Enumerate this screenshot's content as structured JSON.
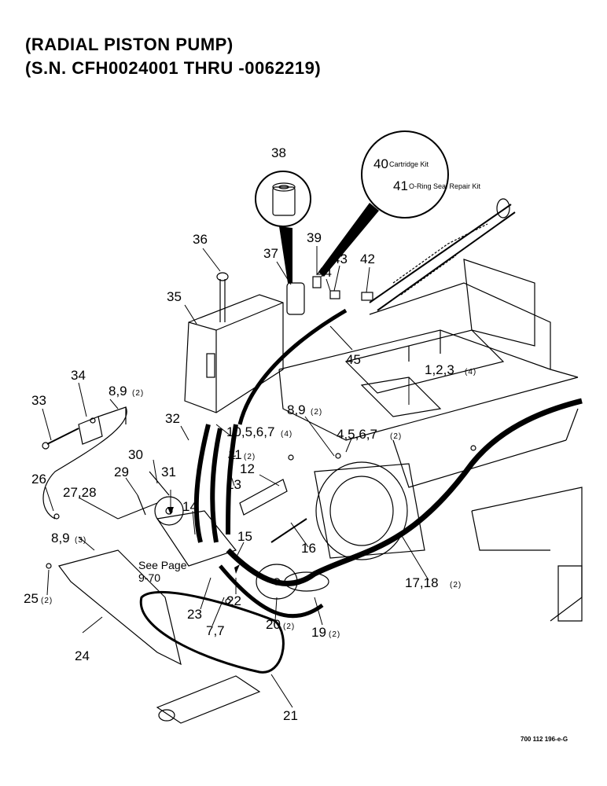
{
  "header": {
    "title_line1": "(RADIAL PISTON PUMP)",
    "title_line2": "(S.N. CFH0024001 THRU -0062219)"
  },
  "callouts": [
    {
      "id": "c38",
      "text": "38"
    },
    {
      "id": "c40",
      "text": "40"
    },
    {
      "id": "c41",
      "text": "41"
    },
    {
      "id": "c36",
      "text": "36"
    },
    {
      "id": "c37",
      "text": "37"
    },
    {
      "id": "c39",
      "text": "39"
    },
    {
      "id": "c43",
      "text": "43"
    },
    {
      "id": "c44",
      "text": "44"
    },
    {
      "id": "c42",
      "text": "42"
    },
    {
      "id": "c35",
      "text": "35"
    },
    {
      "id": "c45",
      "text": "45"
    },
    {
      "id": "c34",
      "text": "34"
    },
    {
      "id": "c33",
      "text": "33"
    },
    {
      "id": "c89a",
      "text": "8,9"
    },
    {
      "id": "c89b",
      "text": "8,9"
    },
    {
      "id": "c32",
      "text": "32"
    },
    {
      "id": "c10",
      "text": "10,5,6,7"
    },
    {
      "id": "c123",
      "text": "1,2,3"
    },
    {
      "id": "c4567",
      "text": "4,5,6,7"
    },
    {
      "id": "c11",
      "text": "11"
    },
    {
      "id": "c30",
      "text": "30"
    },
    {
      "id": "c13",
      "text": "13"
    },
    {
      "id": "c12",
      "text": "12"
    },
    {
      "id": "c26",
      "text": "26"
    },
    {
      "id": "c29",
      "text": "29"
    },
    {
      "id": "c31",
      "text": "31"
    },
    {
      "id": "c2728",
      "text": "27,28"
    },
    {
      "id": "c14",
      "text": "14"
    },
    {
      "id": "c89c",
      "text": "8,9"
    },
    {
      "id": "c15",
      "text": "15"
    },
    {
      "id": "c16",
      "text": "16"
    },
    {
      "id": "c25",
      "text": "25"
    },
    {
      "id": "c22",
      "text": "22"
    },
    {
      "id": "c1718",
      "text": "17,18"
    },
    {
      "id": "c23",
      "text": "23"
    },
    {
      "id": "c20",
      "text": "20"
    },
    {
      "id": "c19",
      "text": "19"
    },
    {
      "id": "c77",
      "text": "7,7"
    },
    {
      "id": "c24",
      "text": "24"
    },
    {
      "id": "c21",
      "text": "21"
    }
  ],
  "quantities": {
    "q89a": "(2)",
    "q10": "(4)",
    "q123": "(4)",
    "q89b": "(2)",
    "q4567": "(2)",
    "q11": "(2)",
    "q89c": "(3)",
    "q25": "(2)",
    "q1718": "(2)",
    "q20": "(2)",
    "q19": "(2)"
  },
  "kit_labels": {
    "cartridge_kit": "Cartridge Kit",
    "oring_kit": "O-Ring Seal Repair Kit"
  },
  "see_page": {
    "line1": "See Page",
    "line2": "9-70"
  },
  "figure_ref": "700 112 196-e-G"
}
